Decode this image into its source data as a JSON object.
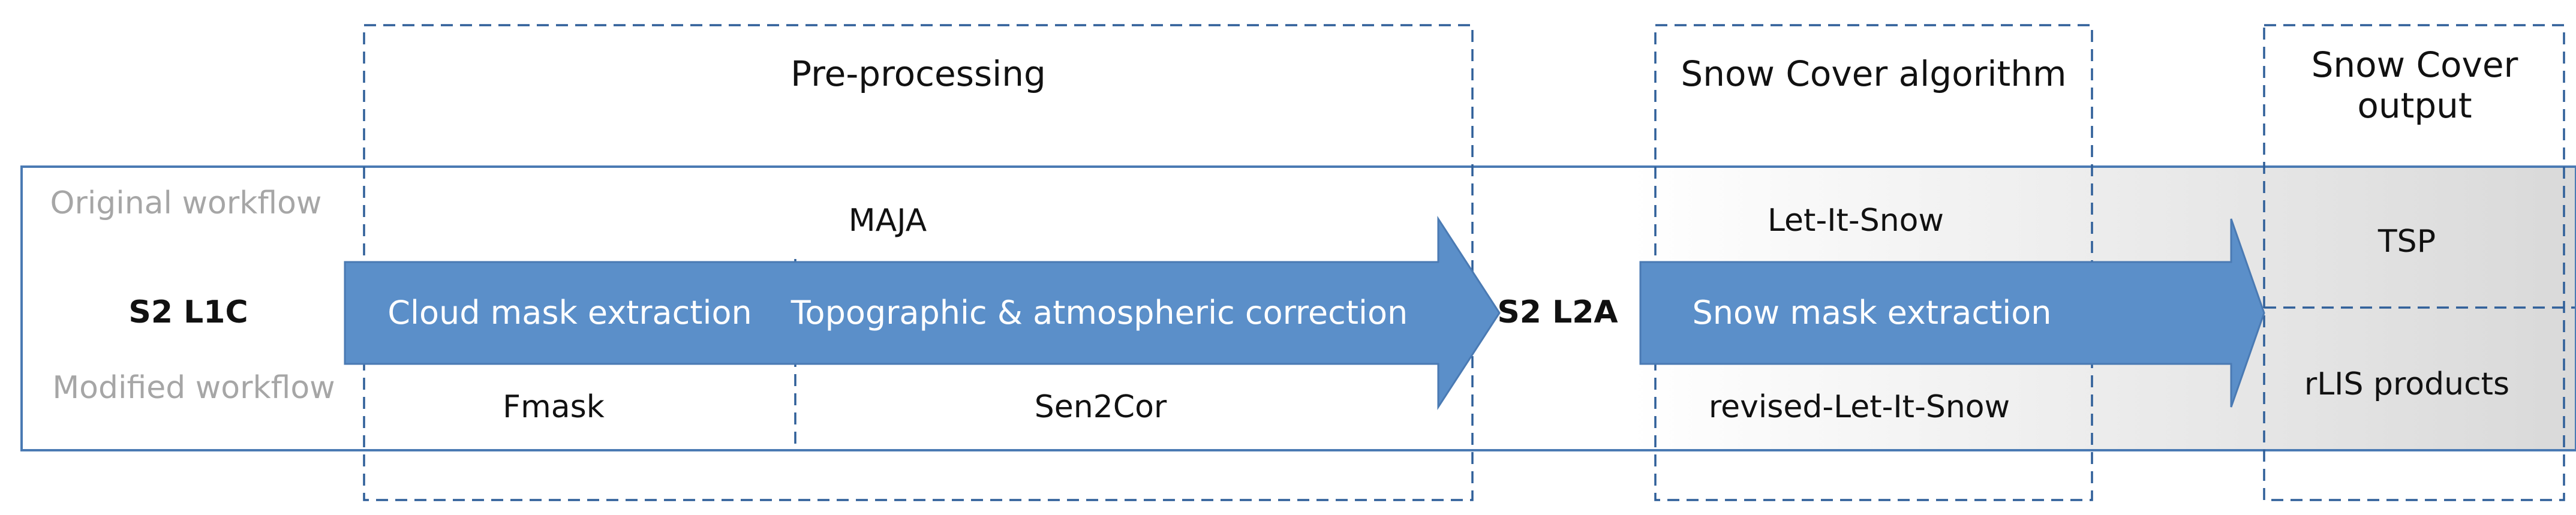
{
  "stages": {
    "preprocessing": "Pre-processing",
    "algorithm": "Snow Cover algorithm",
    "output_line1": "Snow Cover",
    "output_line2": "output"
  },
  "rows": {
    "original": "Original workflow",
    "modified": "Modified workflow"
  },
  "inputs": {
    "l1c": "S2 L1C",
    "l2a": "S2 L2A"
  },
  "arrow_steps": {
    "cloud_mask": "Cloud mask extraction",
    "topo_atmo": "Topographic & atmospheric correction",
    "snow_mask": "Snow mask extraction"
  },
  "original_tools": {
    "maja": "MAJA",
    "lis": "Let-It-Snow"
  },
  "modified_tools": {
    "fmask": "Fmask",
    "sen2cor": "Sen2Cor",
    "rlis": "revised-Let-It-Snow"
  },
  "outputs": {
    "tsp": "TSP",
    "rlis_products": "rLIS products"
  },
  "colors": {
    "arrow_fill": "#5b8fc9",
    "arrow_stroke": "#4a7ab3",
    "band_stroke": "#4a7ab3",
    "dash_stroke": "#2f5f99",
    "text_dark": "#111111",
    "text_gray": "#a6a6a6",
    "text_white": "#ffffff"
  }
}
